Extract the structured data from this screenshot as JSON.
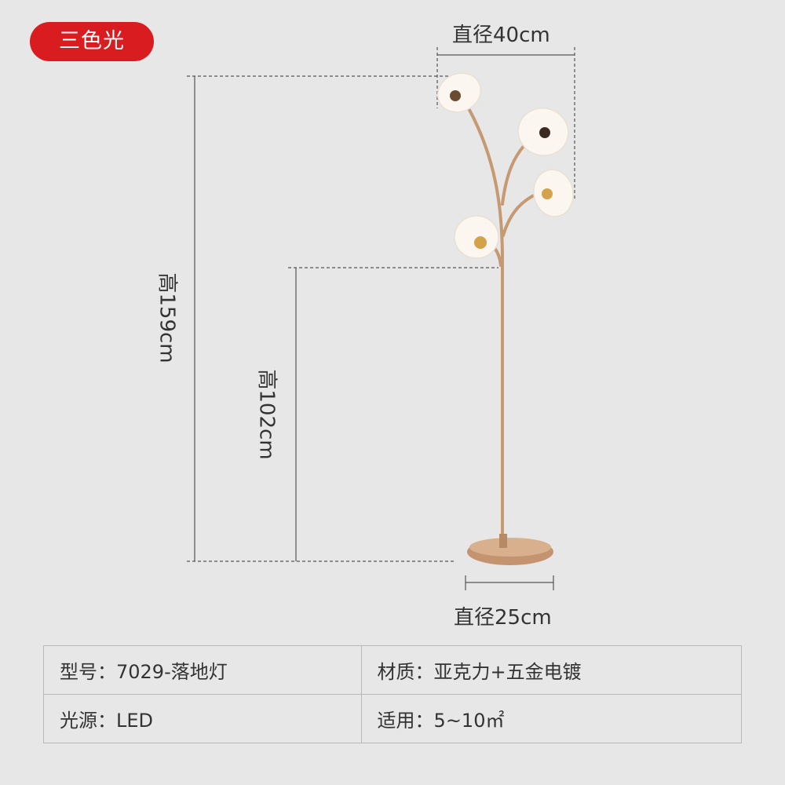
{
  "badge": "三色光",
  "dimensions": {
    "top_diameter": "直径40cm",
    "total_height": "高159cm",
    "lower_height": "高102cm",
    "base_diameter": "直径25cm"
  },
  "spec_table": [
    [
      "型号：7029-落地灯",
      "材质：亚克力+五金电镀"
    ],
    [
      "光源：LED",
      "适用：5~10㎡"
    ]
  ],
  "colors": {
    "badge": "#d81c1f",
    "background": "#e7e7e7",
    "metal": "#c59a72"
  }
}
